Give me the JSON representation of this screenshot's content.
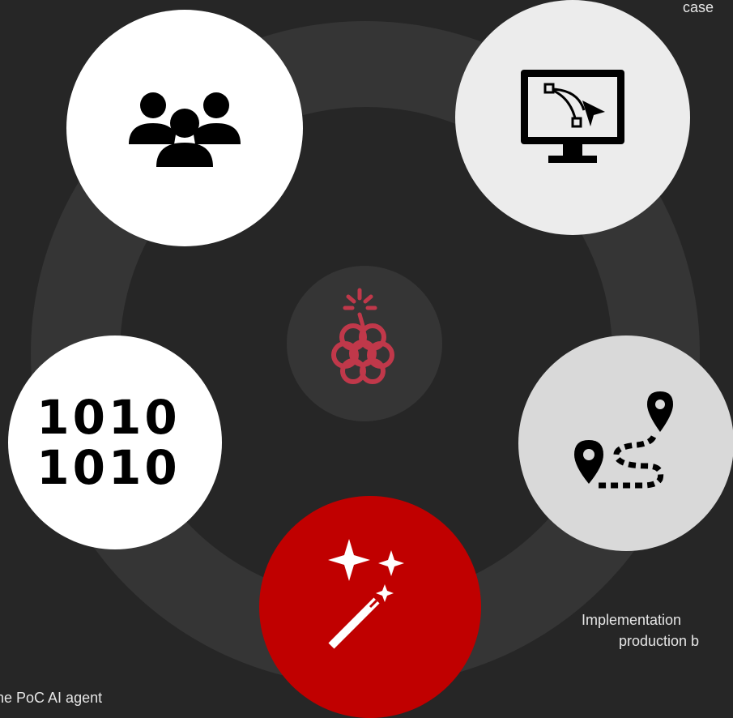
{
  "captions": {
    "top_right": "case",
    "implementation_line1": "Implementation",
    "implementation_line2": "production b",
    "poc": "he PoC AI agent"
  },
  "hub": {
    "icon": "raspberry-brain-icon",
    "accent": "#c0384a"
  },
  "nodes": [
    {
      "icon": "team-icon",
      "bg": "#ffffff"
    },
    {
      "icon": "design-monitor-icon",
      "bg": "#ececec"
    },
    {
      "icon": "binary-data-icon",
      "bg": "#ffffff",
      "binary_line1": "1010",
      "binary_line2": "1010"
    },
    {
      "icon": "roadmap-route-icon",
      "bg": "#d9d9d9"
    },
    {
      "icon": "magic-wand-icon",
      "bg": "#c00000"
    }
  ]
}
